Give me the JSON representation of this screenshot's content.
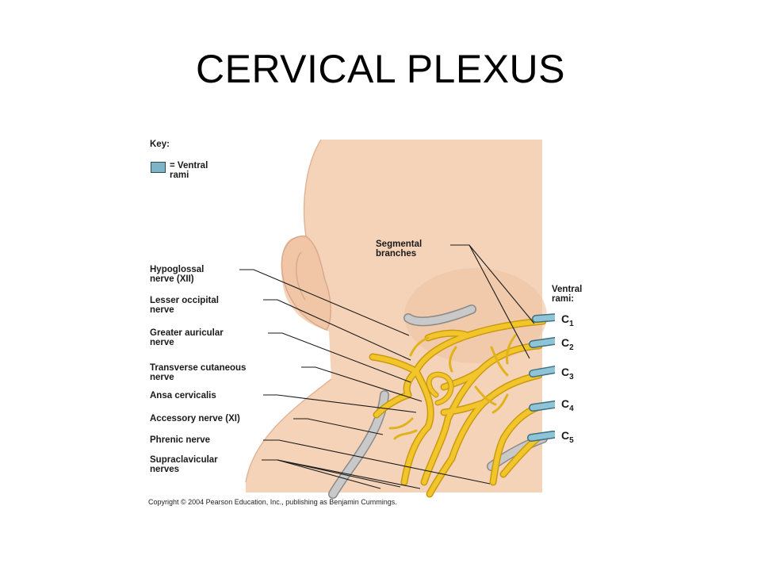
{
  "title": "CERVICAL PLEXUS",
  "key": {
    "heading": "Key:",
    "swatch_label_line1": "= Ventral",
    "swatch_label_line2": "rami",
    "swatch_color": "#7fb3c6"
  },
  "labels": {
    "segmental": [
      "Segmental",
      "branches"
    ],
    "hypoglossal": [
      "Hypoglossal",
      "nerve (XII)"
    ],
    "lesser_occipital": [
      "Lesser occipital",
      "nerve"
    ],
    "greater_auricular": [
      "Greater auricular",
      "nerve"
    ],
    "transverse_cutaneous": [
      "Transverse cutaneous",
      "nerve"
    ],
    "ansa_cervicalis": [
      "Ansa cervicalis"
    ],
    "accessory": [
      "Accessory nerve (XI)"
    ],
    "phrenic": [
      "Phrenic nerve"
    ],
    "supraclavicular": [
      "Supraclavicular",
      "nerves"
    ]
  },
  "ventral_rami": {
    "heading_line1": "Ventral",
    "heading_line2": "rami:",
    "items": [
      {
        "letter": "C",
        "num": "1"
      },
      {
        "letter": "C",
        "num": "2"
      },
      {
        "letter": "C",
        "num": "3"
      },
      {
        "letter": "C",
        "num": "4"
      },
      {
        "letter": "C",
        "num": "5"
      }
    ]
  },
  "colors": {
    "skin": "#f5d3b8",
    "nerve": "#f2c62a",
    "nerve_outline": "#c99a10",
    "gray_nerve": "#b8b8b8",
    "ventral_rami": "#7fb3c6"
  },
  "copyright": "Copyright © 2004 Pearson Education, Inc., publishing as Benjamin Cummings."
}
